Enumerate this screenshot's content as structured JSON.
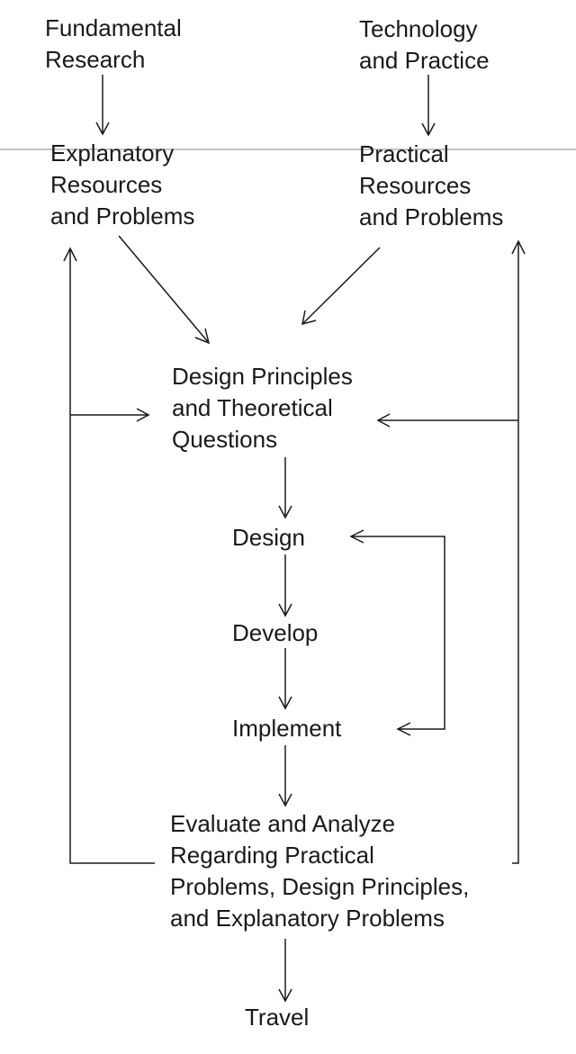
{
  "diagram": {
    "nodes": {
      "fundamental_research": {
        "lines": [
          "Fundamental",
          "Research"
        ]
      },
      "technology_practice": {
        "lines": [
          "Technology",
          "and Practice"
        ]
      },
      "explanatory_resources": {
        "lines": [
          "Explanatory",
          "Resources",
          "and Problems"
        ]
      },
      "practical_resources": {
        "lines": [
          "Practical",
          "Resources",
          "and Problems"
        ]
      },
      "design_principles": {
        "lines": [
          "Design Principles",
          "and Theoretical",
          "Questions"
        ]
      },
      "design": {
        "lines": [
          "Design"
        ]
      },
      "develop": {
        "lines": [
          "Develop"
        ]
      },
      "implement": {
        "lines": [
          "Implement"
        ]
      },
      "evaluate": {
        "lines": [
          "Evaluate and Analyze",
          "Regarding Practical",
          "Problems, Design Principles,",
          "and Explanatory Problems"
        ]
      },
      "travel": {
        "lines": [
          "Travel"
        ]
      }
    },
    "line_color": "#1a1a1a",
    "text_color": "#1a1a1a"
  }
}
